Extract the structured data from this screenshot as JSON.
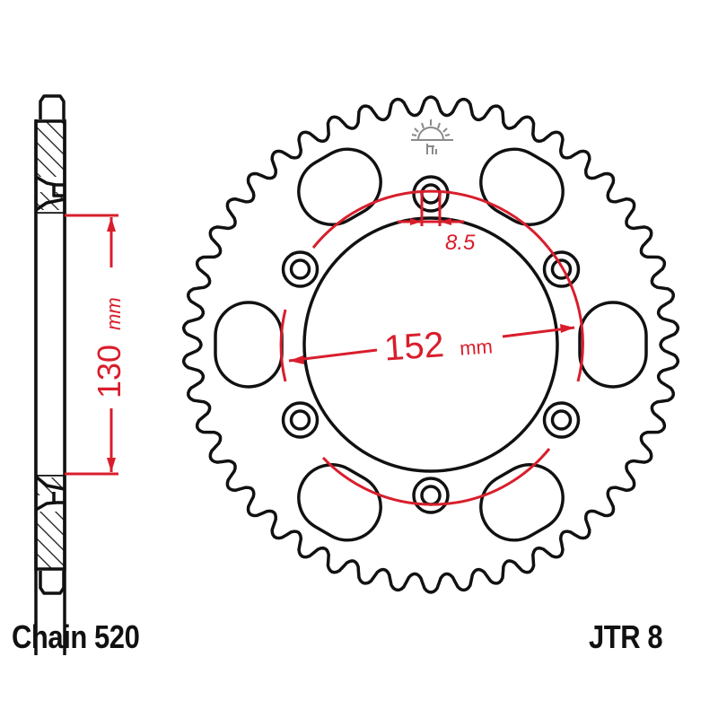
{
  "labels": {
    "chain": "Chain 520",
    "part_number": "JTR 8"
  },
  "dimensions": {
    "hub_width": {
      "value": "130",
      "unit": "mm"
    },
    "bolt_circle": {
      "value": "152",
      "unit": "mm"
    },
    "bolt_hole": {
      "value": "8.5"
    }
  },
  "sprocket": {
    "teeth": 46,
    "bolt_holes": 6,
    "lightening_slots": 6
  },
  "icons": {
    "logo": "sunrise-logo-icon"
  },
  "colors": {
    "outline": "#111111",
    "dimension": "#d81e2c",
    "background": "#ffffff",
    "logo": "#8a8a8a"
  }
}
